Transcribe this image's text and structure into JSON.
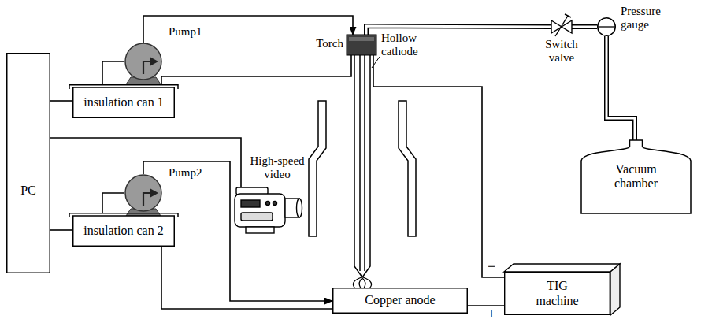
{
  "diagram": {
    "nodes": [
      {
        "text": [
          "PC"
        ]
      },
      {
        "text": [
          "Pump1"
        ]
      },
      {
        "text": [
          "insulation can 1"
        ]
      },
      {
        "text": [
          "Pump2"
        ]
      },
      {
        "text": [
          "insulation can 2"
        ]
      },
      {
        "text": [
          "Torch"
        ]
      },
      {
        "text": [
          "Switch valve"
        ]
      },
      {
        "text": [
          "Pressure gauge"
        ]
      },
      {
        "text": [
          "Vacuum chamber"
        ]
      },
      {
        "text": [
          "Copper anode"
        ]
      },
      {
        "text": [
          "TIG machine"
        ]
      }
    ],
    "edges": [
      {
        "from": 0,
        "to": 2,
        "arrow": "none"
      },
      {
        "from": 0,
        "to": 4,
        "arrow": "none"
      },
      {
        "from": 2,
        "to": 1,
        "arrow": "none"
      },
      {
        "from": 1,
        "to": 5,
        "arrow": "to"
      },
      {
        "from": 5,
        "to": 2,
        "arrow": "none"
      },
      {
        "from": 4,
        "to": 3,
        "arrow": "none"
      },
      {
        "from": 3,
        "to": 9,
        "arrow": "to"
      },
      {
        "from": 9,
        "to": 4,
        "arrow": "none"
      },
      {
        "from": 5,
        "to": 6,
        "arrow": "none"
      },
      {
        "from": 6,
        "to": 7,
        "arrow": "none"
      },
      {
        "from": 7,
        "to": 8,
        "arrow": "none"
      },
      {
        "from": 10,
        "to": 5,
        "arrow": "none"
      },
      {
        "from": 10,
        "to": 9,
        "arrow": "none"
      }
    ],
    "labels": [
      "Hollow cathode",
      "High-speed video",
      "−",
      "+"
    ]
  }
}
